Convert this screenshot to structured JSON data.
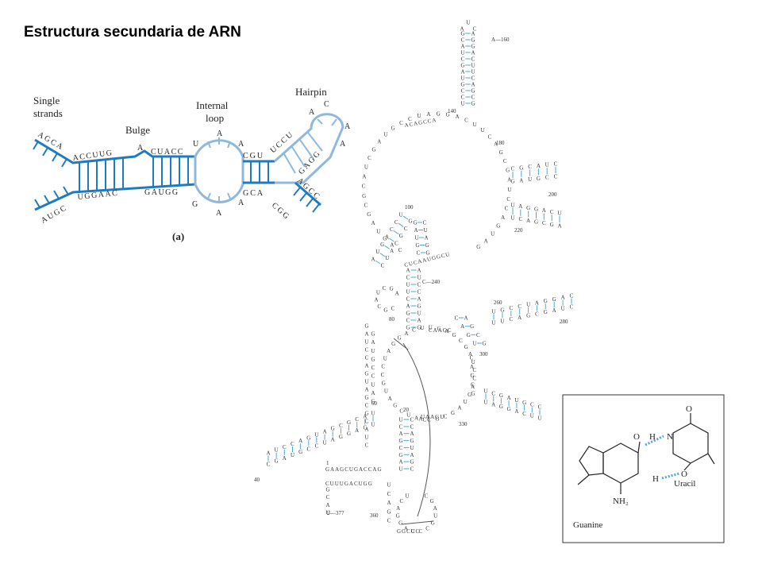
{
  "title": "Estructura secundaria de ARN",
  "panel_a": {
    "labels": {
      "single": "Single",
      "strands": "strands",
      "bulge": "Bulge",
      "internal": "Internal",
      "loop": "loop",
      "hairpin": "Hairpin",
      "caption": "(a)"
    },
    "top_single": "AGCA",
    "stem1_top": "ACCUUG",
    "bulge_nt": "A",
    "stem2_top": "CUACC",
    "loop_top_left": "U",
    "loop_top_right": "A",
    "stem3_top": "CGU",
    "hp_left": "UCCU",
    "hp_loop": [
      "A",
      "C",
      "A",
      "A"
    ],
    "bot_single": "AUGC",
    "stem1_bot": "UGGAAC",
    "stem2_bot": "GAUGG",
    "loop_bot_left": "G",
    "loop_bot_mid": "A",
    "loop_bot_right": "A",
    "stem3_bot": "GCA",
    "hp_right": "GAGG",
    "tail_bot": "AGCC",
    "tail_end": "CGG"
  },
  "structure_labels": {
    "n160": "A—160",
    "n140": "140",
    "n180": "180",
    "n200": "200",
    "n220": "220",
    "n100": "100",
    "n240": "C—240",
    "n260": "260",
    "n280": "280",
    "n80": "80",
    "n300": "300",
    "n60": "60",
    "n20": "20",
    "n330": "330",
    "n40": "40",
    "n1": "1",
    "n377": "U—377",
    "n360": "360",
    "seq_top_loop": "ACAGCCA",
    "seq_mid": "CUCAAUGGCU",
    "seq_junction": "CAAGC",
    "seq_5end": "GAAGCUGACCAG",
    "seq_5end_pair": "CUUUGACUGG",
    "seq_uaagu": "UAAGU",
    "seq_bottom": "GGCCC"
  },
  "inset": {
    "uracil": "Uracil",
    "guanine": "Guanine",
    "nh2": "NH₂",
    "h1": "H",
    "h2": "H",
    "o1": "O",
    "o2": "O",
    "o3": "O",
    "n": "N"
  },
  "colors": {
    "dark_blue": "#1f7bc1",
    "light_blue": "#8fb8dd",
    "pair_blue": "#4aa8d8",
    "ink": "#333333"
  }
}
